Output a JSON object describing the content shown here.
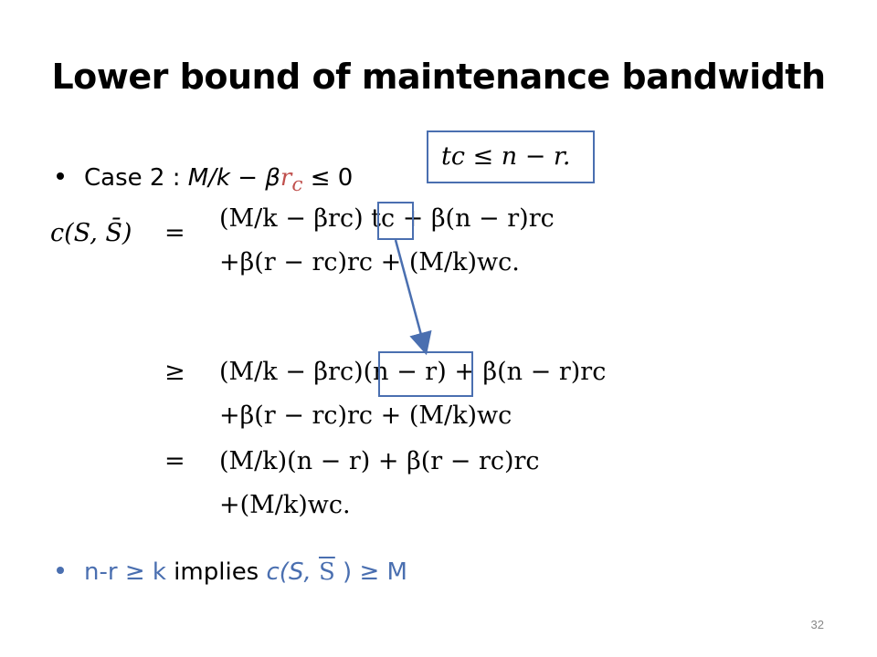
{
  "slide": {
    "title": "Lower bound of maintenance bandwidth",
    "page_number": "32"
  },
  "bullets": [
    {
      "prefix": "Case 2 : ",
      "expr_italic": "M/k − β",
      "expr_red": "r",
      "expr_red_sub": "c",
      "suffix": " ≤ 0"
    },
    {
      "text_blue": "n-r ≥ k",
      "text_mid": " implies ",
      "text_blue_italic": "c(S, ",
      "overline": "S",
      "text_end": " ) ≥ M"
    }
  ],
  "math": {
    "constraint": "tc ≤ n − r.",
    "lhs": "c(S, S̄)",
    "eq1": "=",
    "line1a": "(M/k − βrc) tc + β(n − r)rc",
    "line1b": "+β(r − rc)rc + (M/k)wc.",
    "ge": "≥",
    "line2a": "(M/k − βrc)(n − r) + β(n − r)rc",
    "line2b": "+β(r − rc)rc + (M/k)wc",
    "eq2": "=",
    "line3a": "(M/k)(n − r) + β(r − rc)rc",
    "line3b": "+(M/k)wc."
  },
  "colors": {
    "accent_blue": "#4a6fb0",
    "accent_red": "#c0504d"
  }
}
